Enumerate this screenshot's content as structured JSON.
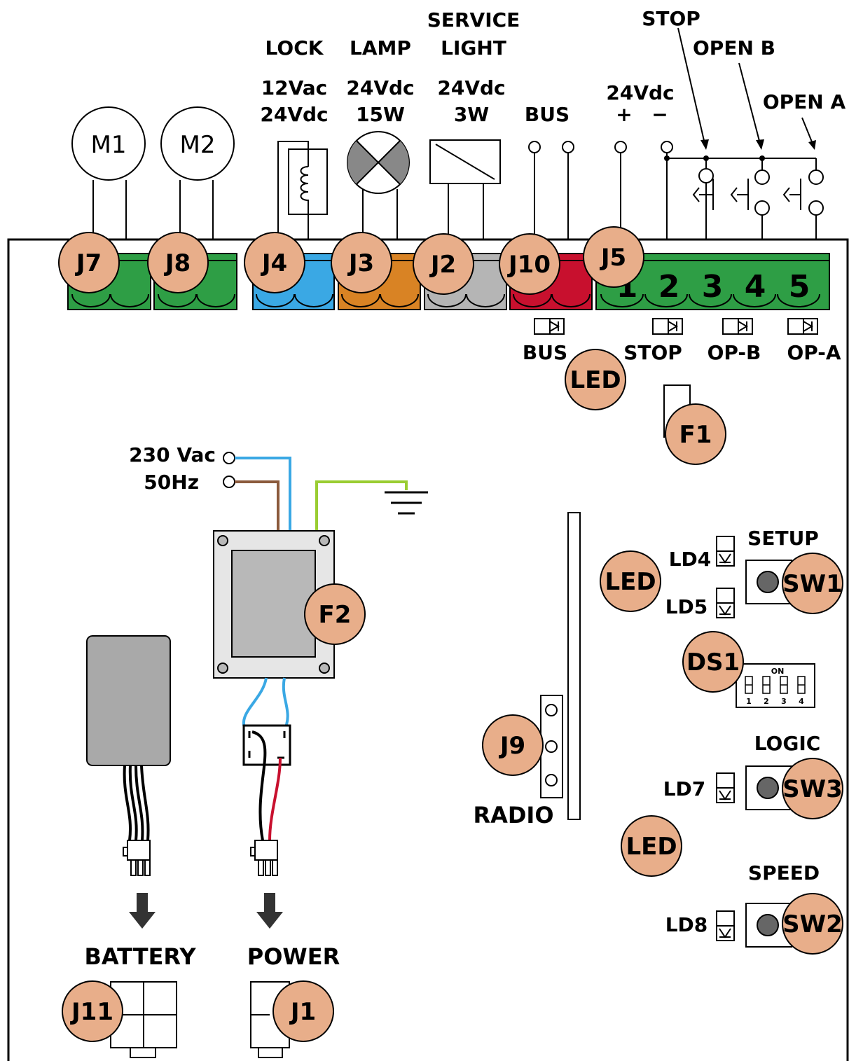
{
  "labels": {
    "lock": "LOCK",
    "lock_v1": "12Vac",
    "lock_v2": "24Vdc",
    "lamp": "LAMP",
    "lamp_v": "24Vdc",
    "lamp_w": "15W",
    "service_1": "SERVICE",
    "service_2": "LIGHT",
    "service_v": "24Vdc",
    "service_w": "3W",
    "bus_top": "BUS",
    "supply": "24Vdc",
    "plus": "+",
    "minus": "−",
    "stop_top": "STOP",
    "open_b": "OPEN B",
    "open_a": "OPEN A",
    "motor1": "M1",
    "motor2": "M2",
    "bus_led": "BUS",
    "stop_led": "STOP",
    "opb_led": "OP-B",
    "opa_led": "OP-A",
    "mains_v": "230 Vac",
    "mains_hz": "50Hz",
    "setup": "SETUP",
    "logic": "LOGIC",
    "speed": "SPEED",
    "ld4": "LD4",
    "ld5": "LD5",
    "ld7": "LD7",
    "ld8": "LD8",
    "radio": "RADIO",
    "battery": "BATTERY",
    "power": "POWER",
    "dip_on": "ON",
    "dip_1": "1",
    "dip_2": "2",
    "dip_3": "3",
    "dip_4": "4",
    "term_1": "1",
    "term_2": "2",
    "term_3": "3",
    "term_4": "4",
    "term_5": "5"
  },
  "badges": {
    "j7": "J7",
    "j8": "J8",
    "j4": "J4",
    "j3": "J3",
    "j2": "J2",
    "j10": "J10",
    "j5": "J5",
    "led_top": "LED",
    "f1": "F1",
    "f2": "F2",
    "led_mid": "LED",
    "sw1": "SW1",
    "ds1": "DS1",
    "j9": "J9",
    "sw3": "SW3",
    "led_low": "LED",
    "sw2": "SW2",
    "j11": "J11",
    "j1": "J1"
  },
  "colors": {
    "badge_fill": "#E8AE8A",
    "terminal_green": "#2E9E45",
    "terminal_blue": "#3AA8E4",
    "terminal_orange": "#D98324",
    "terminal_gray": "#B5B5B5",
    "terminal_red": "#C8102E",
    "wire_blue": "#3AA8E4",
    "wire_brown": "#8B5A3C",
    "wire_earth": "#9ACD32",
    "wire_red": "#C8102E"
  }
}
